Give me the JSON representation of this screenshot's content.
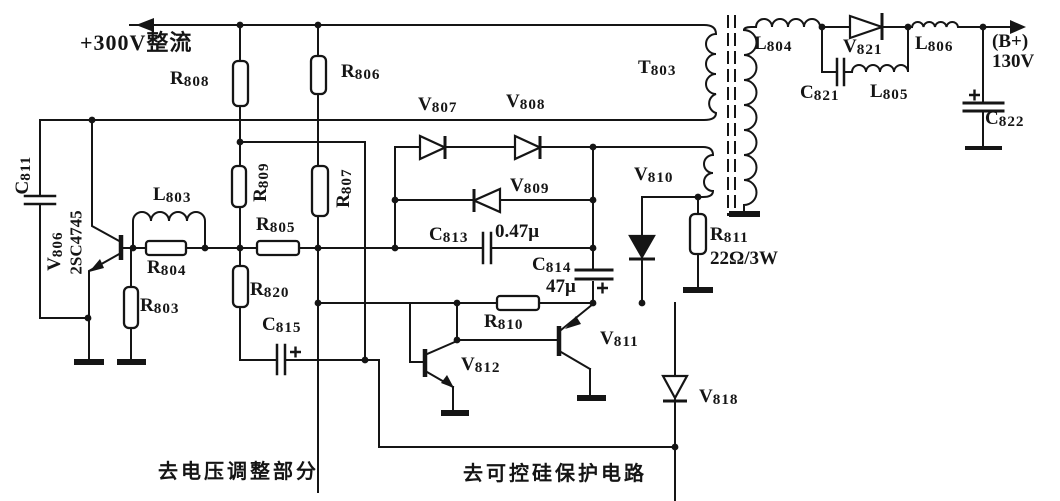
{
  "colors": {
    "ink": "#151515",
    "paper": "#ffffff"
  },
  "rail": {
    "label": "+300V整流"
  },
  "transformer": {
    "label": "T803"
  },
  "output": {
    "b_plus": "(B+)",
    "voltage": "130V"
  },
  "notes": {
    "left": "去电压调整部分",
    "right": "去可控硅保护电路"
  },
  "components": {
    "r803": "R803",
    "r804": "R804",
    "r805": "R805",
    "r806": "R806",
    "r807": "R807",
    "r808": "R808",
    "r809": "R809",
    "r810": "R810",
    "r811": "R811",
    "r811_value": "22Ω/3W",
    "r820": "R820",
    "c811": "C811",
    "c813": "C813",
    "c813_value": "0.47μ",
    "c814": "C814",
    "c814_value": "47μ",
    "c815": "C815",
    "c821": "C821",
    "c822": "C822",
    "l803": "L803",
    "l804": "L804",
    "l805": "L805",
    "l806": "L806",
    "v806": "V806",
    "v806_part": "2SC4745",
    "v807": "V807",
    "v808": "V808",
    "v809": "V809",
    "v810": "V810",
    "v811": "V811",
    "v812": "V812",
    "v818": "V818",
    "v821": "V821"
  }
}
